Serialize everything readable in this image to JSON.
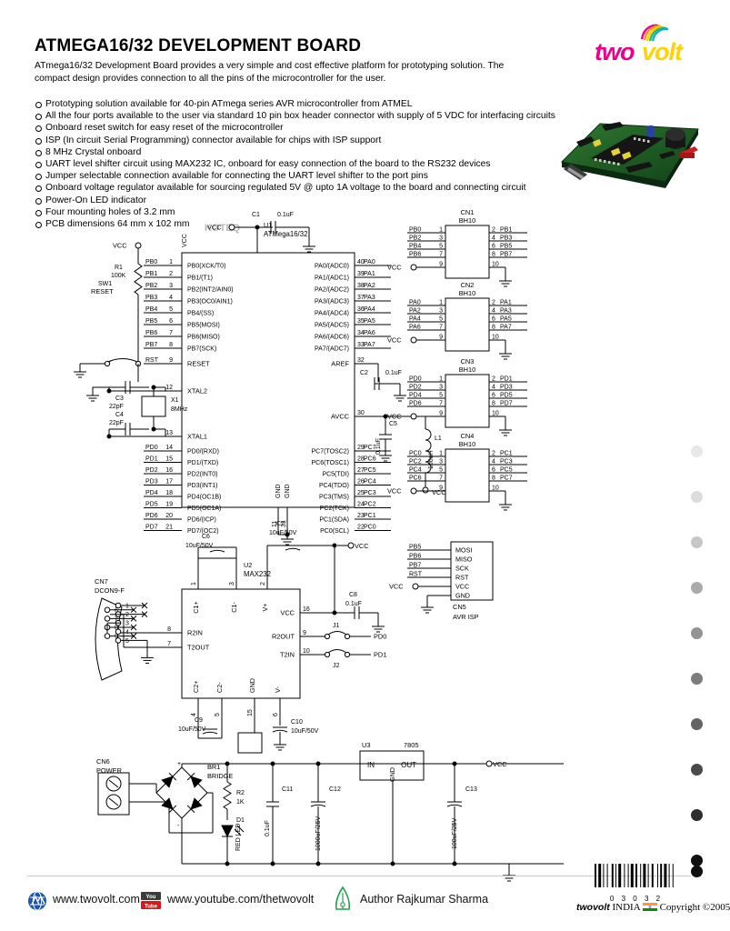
{
  "document": {
    "title": "ATMEGA16/32 DEVELOPMENT BOARD",
    "intro": "ATmega16/32 Development Board provides a very simple and cost effective platform for prototyping solution.   The compact design provides connection to all the pins of the microcontroller for the user.",
    "features": [
      "Prototyping solution available for 40-pin ATmega series AVR microcontroller from ATMEL",
      "All the four ports available to the user via standard 10 pin box header connector with supply of 5 VDC for interfacing circuits",
      "Onboard reset switch for easy reset of the microcontroller",
      "ISP (In circuit Serial Programming) connector available for chips with ISP support",
      "8 MHz Crystal onboard",
      "UART level shifter circuit using MAX232 IC, onboard for easy connection of the board to the RS232 devices",
      "Jumper selectable connection available for connecting the UART level shifter to the port pins",
      "Onboard voltage regulator available for sourcing regulated 5V @ upto 1A voltage to the board and connecting circuit",
      "Power-On LED indicator",
      "Four mounting holes of 3.2 mm",
      "PCB dimensions 64 mm x 102 mm"
    ]
  },
  "logo": {
    "text_1": "two",
    "text_2": "volt",
    "color_1": "#ec008c",
    "color_2": "#ffd200"
  },
  "footer": {
    "website": "www.twovolt.com",
    "youtube": "www.youtube.com/thetwovolt",
    "author": "Author Rajkumar Sharma",
    "barcode_number": "0 3 0 3 2",
    "brand": "twovolt",
    "country": "INDIA",
    "copyright": "Copyright ©2005"
  },
  "schematic": {
    "mcu": {
      "ref": "U1",
      "part": "ATMega16/32",
      "watermark": "KOTEQ",
      "left_labels": [
        "PB0(XCK/T0)",
        "PB1/(T1)",
        "PB2(INT2/AIN0)",
        "PB3(OC0/AIN1)",
        "PB4/(SS)",
        "PB5(MOSI)",
        "PB6(MISO)",
        "PB7(SCK)"
      ],
      "left_nets": [
        "PB0",
        "PB1",
        "PB2",
        "PB3",
        "PB4",
        "PB5",
        "PB6",
        "PB7"
      ],
      "left_pins": [
        "1",
        "2",
        "3",
        "4",
        "5",
        "6",
        "7",
        "8"
      ],
      "right_labels": [
        "PA0/(ADC0)",
        "PA1/(ADC1)",
        "PA2/(ADC2)",
        "PA3/(ADC3)",
        "PA4/(ADC4)",
        "PA5/(ADC5)",
        "PA6/(ADC6)",
        "PA7/(ADC7)"
      ],
      "right_nets": [
        "PA0",
        "PA1",
        "PA2",
        "PA3",
        "PA4",
        "PA5",
        "PA6",
        "PA7"
      ],
      "right_pins": [
        "40",
        "39",
        "38",
        "37",
        "36",
        "35",
        "34",
        "33"
      ],
      "reset_label": "RESET",
      "reset_pin": "9",
      "reset_net": "RST",
      "aref_label": "AREF",
      "aref_pin": "32",
      "xtal2_label": "XTAL2",
      "xtal2_pin": "12",
      "xtal1_label": "XTAL1",
      "xtal1_pin": "13",
      "avcc_label": "AVCC",
      "avcc_pin": "30",
      "vcc_label": "VCC",
      "portd_labels": [
        "PD0/(RXD)",
        "PD1/(TXD)",
        "PD2(INT0)",
        "PD3(INT1)",
        "PD4(OC1B)",
        "PD5(OC1A)",
        "PD6/(ICP)",
        "PD7/(OC2)"
      ],
      "portd_nets": [
        "PD0",
        "PD1",
        "PD2",
        "PD3",
        "PD4",
        "PD5",
        "PD6",
        "PD7"
      ],
      "portd_pins": [
        "14",
        "15",
        "16",
        "17",
        "18",
        "19",
        "20",
        "21"
      ],
      "portc_labels": [
        "PC7(TOSC2)",
        "PC6(TOSC1)",
        "PC5(TDI)",
        "PC4(TDO)",
        "PC3(TMS)",
        "PC2(TCK)",
        "PC1(SDA)",
        "PC0(SCL)"
      ],
      "portc_nets": [
        "PC7",
        "PC6",
        "PC5",
        "PC4",
        "PC3",
        "PC2",
        "PC1",
        "PC0"
      ],
      "portc_pins": [
        "29",
        "28",
        "27",
        "26",
        "25",
        "24",
        "23",
        "22"
      ],
      "gnd_labels": [
        "GND",
        "GND"
      ],
      "gnd_pins": [
        "11",
        "31"
      ]
    },
    "reset_circuit": {
      "vcc": "VCC",
      "r1_ref": "R1",
      "r1_val": "100K",
      "sw_ref": "SW1",
      "sw_label": "RESET",
      "c3_ref": "C3",
      "c3_val": "22pF",
      "c4_ref": "C4",
      "c4_val": "22pF",
      "x1_ref": "X1",
      "x1_val": "8MHz"
    },
    "decoupling": {
      "c1_ref": "C1",
      "c1_val": "0.1uF",
      "c2_ref": "C2",
      "c2_val": "0.1uF",
      "c5_ref": "C5",
      "c5_val": "0.1uF",
      "l1_ref": "L1",
      "l1_val": "100uH",
      "l1_out": "VCC"
    },
    "connectors": [
      {
        "ref": "CN1",
        "type": "BH10",
        "left_nets": [
          "PB0",
          "PB2",
          "PB4",
          "PB6"
        ],
        "left_pins": [
          "1",
          "3",
          "5",
          "7"
        ],
        "right_nets": [
          "PB1",
          "PB3",
          "PB5",
          "PB7"
        ],
        "right_pins": [
          "2",
          "4",
          "6",
          "8"
        ],
        "vcc_pin": "9",
        "gnd_pin": "10",
        "vcc_label": "VCC"
      },
      {
        "ref": "CN2",
        "type": "BH10",
        "left_nets": [
          "PA0",
          "PA2",
          "PA4",
          "PA6"
        ],
        "left_pins": [
          "1",
          "3",
          "5",
          "7"
        ],
        "right_nets": [
          "PA1",
          "PA3",
          "PA5",
          "PA7"
        ],
        "right_pins": [
          "2",
          "4",
          "6",
          "8"
        ],
        "vcc_pin": "9",
        "gnd_pin": "10",
        "vcc_label": "VCC"
      },
      {
        "ref": "CN3",
        "type": "BH10",
        "left_nets": [
          "PD0",
          "PD2",
          "PD4",
          "PD6"
        ],
        "left_pins": [
          "1",
          "3",
          "5",
          "7"
        ],
        "right_nets": [
          "PD1",
          "PD3",
          "PD5",
          "PD7"
        ],
        "right_pins": [
          "2",
          "4",
          "6",
          "8"
        ],
        "vcc_pin": "9",
        "gnd_pin": "10",
        "vcc_label": "VCC"
      },
      {
        "ref": "CN4",
        "type": "BH10",
        "left_nets": [
          "PC0",
          "PC2",
          "PC4",
          "PC6"
        ],
        "left_pins": [
          "1",
          "3",
          "5",
          "7"
        ],
        "right_nets": [
          "PC1",
          "PC3",
          "PC5",
          "PC7"
        ],
        "right_pins": [
          "2",
          "4",
          "6",
          "8"
        ],
        "vcc_pin": "9",
        "gnd_pin": "10",
        "vcc_label": "VCC"
      }
    ],
    "isp": {
      "ref": "CN5",
      "name": "AVR ISP",
      "nets": [
        "PB5",
        "PB6",
        "PB7",
        "RST",
        "VCC",
        "GND"
      ],
      "labels": [
        "MOSI",
        "MISO",
        "SCK",
        "RST",
        "VCC",
        "GND"
      ],
      "vcc_label": "VCC"
    },
    "max232": {
      "ref": "U2",
      "part": "MAX232",
      "top_pins": [
        "1",
        "3",
        "2"
      ],
      "top_labels": [
        "C1+",
        "C1-",
        "V+"
      ],
      "bottom_pins": [
        "4",
        "5",
        "15",
        "6"
      ],
      "bottom_labels": [
        "C2+",
        "C2-",
        "GND",
        "V-"
      ],
      "vcc_pin": "16",
      "vcc_label": "VCC",
      "r2in_pin": "8",
      "r2in_label": "R2IN",
      "t2out_pin": "7",
      "t2out_label": "T2OUT",
      "r2out_pin": "9",
      "r2out_label": "R2OUT",
      "t2in_pin": "10",
      "t2in_label": "T2IN",
      "c6_ref": "C6",
      "c6_val": "10uF/50V",
      "c7_ref": "C7",
      "c7_val": "10uF/50V",
      "c8_ref": "C8",
      "c8_val": "0.1uF",
      "c9_ref": "C9",
      "c9_val": "10uF/50V",
      "c10_ref": "C10",
      "c10_val": "10uF/50V",
      "vcc_net": "VCC",
      "j1_ref": "J1",
      "j1_net": "PD0",
      "j2_ref": "J2",
      "j2_net": "PD1"
    },
    "db9": {
      "ref": "CN7",
      "type": "DCON9-F",
      "pins": [
        "1",
        "6",
        "2",
        "7",
        "3",
        "8",
        "4",
        "9",
        "5"
      ]
    },
    "power": {
      "cn6_ref": "CN6",
      "cn6_name": "POWER",
      "br1_ref": "BR1",
      "br1_name": "BRIDGE",
      "r2_ref": "R2",
      "r2_val": "1K",
      "d1_ref": "D1",
      "d1_name": "RED LED",
      "c11_ref": "C11",
      "c11_val": "0.1uF",
      "c12_ref": "C12",
      "c12_val": "1000uF/25V",
      "c13_ref": "C13",
      "c13_val": "100uF/25V",
      "u3_ref": "U3",
      "u3_part": "7805",
      "u3_in": "IN",
      "u3_out": "OUT",
      "u3_gnd": "GND",
      "vcc_out": "VCC"
    }
  },
  "dots": [
    "#e8e8e8",
    "#dcdcdc",
    "#c6c6c6",
    "#ababab",
    "#949494",
    "#7d7d7d",
    "#636363",
    "#4a4a4a",
    "#2e2e2e",
    "#101010"
  ]
}
